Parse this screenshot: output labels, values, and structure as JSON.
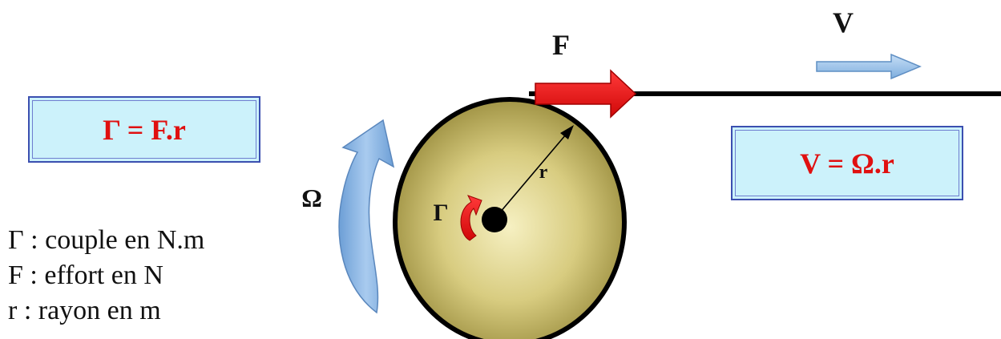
{
  "formulas": {
    "torque": "Γ = F.r",
    "speed": "V = Ω.r"
  },
  "labels": {
    "force": "F",
    "velocity": "V",
    "angular_speed": "Ω",
    "torque": "Γ",
    "radius": "r"
  },
  "legend": [
    "Γ : couple en N.m",
    "F : effort en N",
    "r : rayon en m"
  ],
  "colors": {
    "force_arrow": "#ee1111",
    "formula_text": "#e01010",
    "formula_box": "#ccf2fb",
    "formula_border": "#3b4fb0",
    "rotation_arrow": "#7fb0e0",
    "velocity_arrow": "#9cc4ec",
    "wheel": "#c9bd68"
  }
}
